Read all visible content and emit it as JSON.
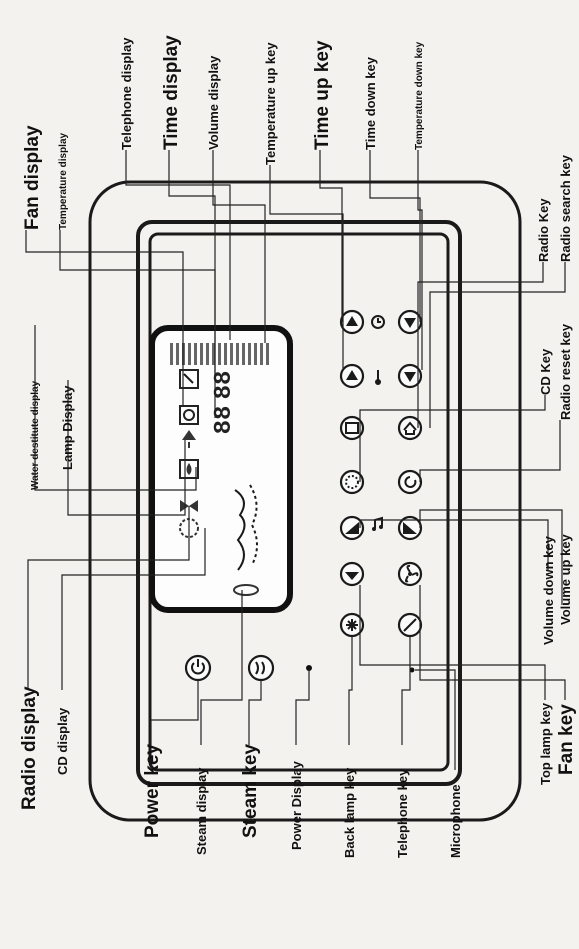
{
  "labels": {
    "telephone_display": "Telephone display",
    "time_display": "Time display",
    "volume_display": "Volume display",
    "temperature_up_key": "Temperature up key",
    "time_up_key": "Time up key",
    "time_down_key": "Time down key",
    "temperature_down_key": "Temperature down key",
    "fan_display": "Fan display",
    "temperature_display": "Temperature display",
    "water_destitute_display": "Water destitute display",
    "lamp_display": "Lamp Display",
    "radio_display": "Radio display",
    "cd_display": "CD display",
    "power_key": "Power key",
    "steam_display": "Steam display",
    "steam_key": "Steam key",
    "power_display": "Power Display",
    "back_lamp_key": "Back lamp key",
    "telephone_key": "Telephone key",
    "microphone": "Microphone",
    "radio_key": "Radio Key",
    "radio_search_key": "Radio search key",
    "cd_key": "CD Key",
    "radio_reset_key": "Radio reset key",
    "volume_down_key": "Volume down key",
    "volume_up_key": "Volume up key",
    "top_lamp_key": "Top lamp key",
    "fan_key": "Fan key"
  },
  "lcd": {
    "time_digits": "88",
    "temperature_digits": "88"
  },
  "icons": {
    "power_key": "power-icon",
    "steam_key": "steam-icon",
    "back_lamp_key": "back-lamp-icon",
    "telephone_key": "telephone-icon",
    "top_lamp_key": "top-lamp-icon",
    "fan_key": "fan-icon",
    "volume_down_key": "volume-down-icon",
    "volume_up_key": "volume-up-icon",
    "cd_key": "cd-icon",
    "radio_reset_key": "radio-reset-icon",
    "radio_key": "radio-icon",
    "radio_search_key": "radio-search-icon",
    "temperature_up_key": "temperature-up-icon",
    "temperature_down_key": "temperature-down-icon",
    "time_up_key": "time-up-icon",
    "time_down_key": "time-down-icon"
  }
}
